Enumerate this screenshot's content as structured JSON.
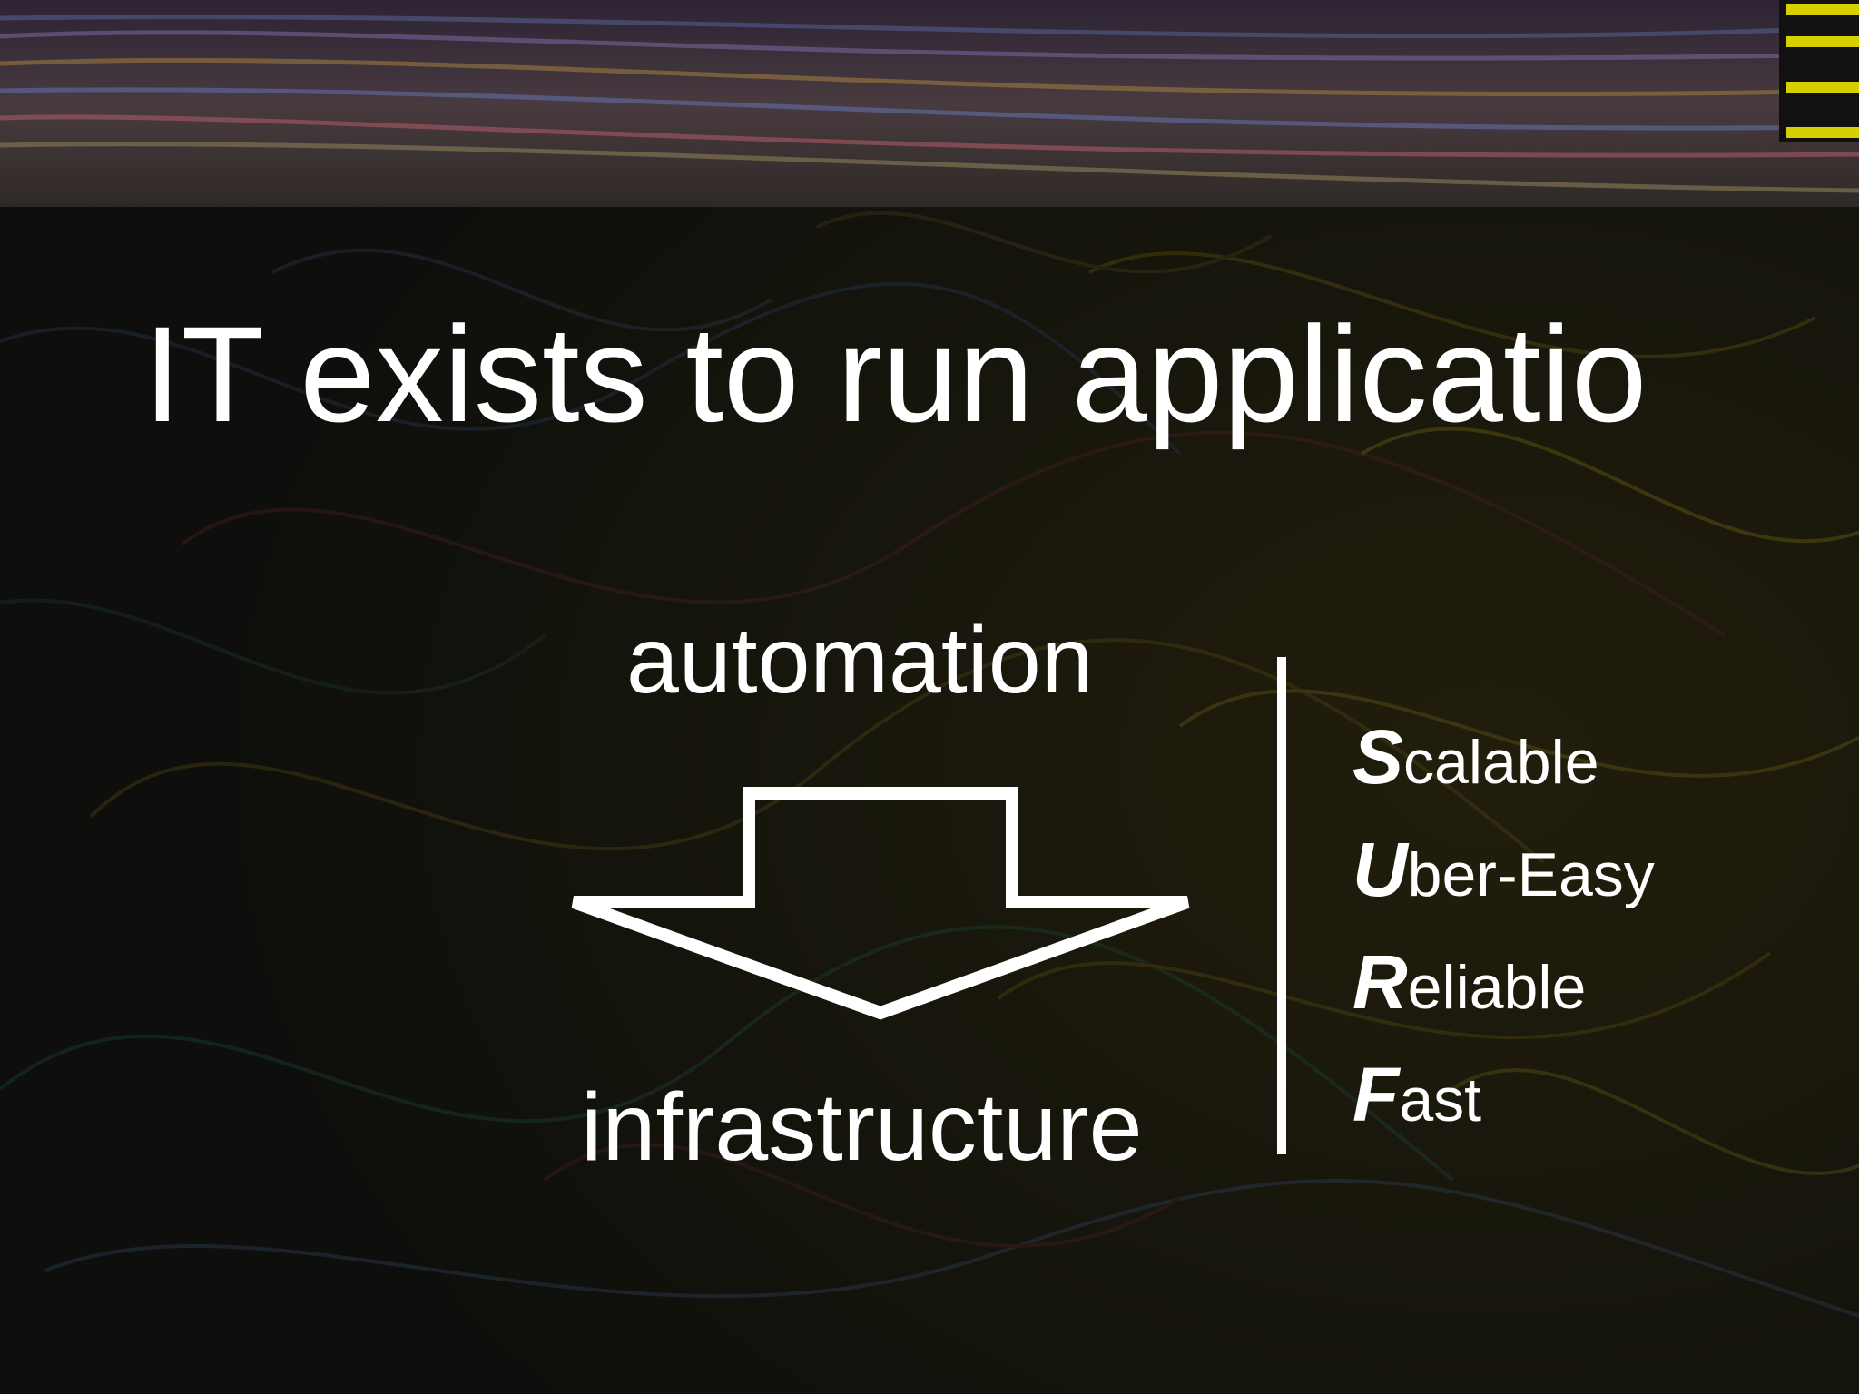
{
  "colors": {
    "text": "#ffffff",
    "accent_stripes": "#d6d000",
    "background": "#0d0c08"
  },
  "slide": {
    "title": "IT exists to run applicatio",
    "top_label": "automation",
    "bottom_label": "infrastructure",
    "arrow_icon": "down-arrow-outline-icon",
    "surf": [
      {
        "initial": "S",
        "rest": "calable"
      },
      {
        "initial": "U",
        "rest": "ber-Easy"
      },
      {
        "initial": "R",
        "rest": "eliable"
      },
      {
        "initial": "F",
        "rest": "ast"
      }
    ]
  }
}
